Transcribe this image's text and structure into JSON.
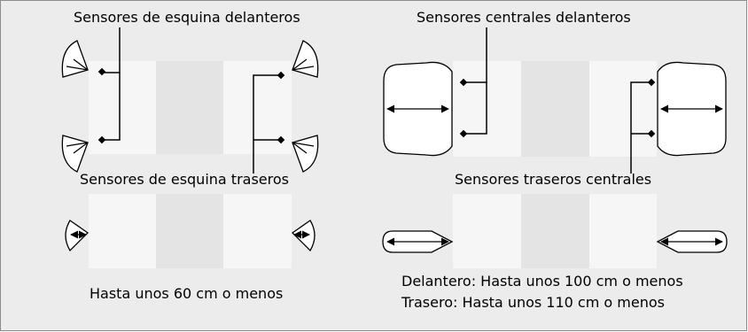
{
  "labels": {
    "front_corner": "Sensores de esquina delanteros",
    "rear_corner": "Sensores de esquina traseros",
    "front_center": "Sensores centrales delanteros",
    "rear_center": "Sensores traseros centrales"
  },
  "notes": {
    "corner_range": "Hasta unos 60 cm o menos",
    "front_range": "Delantero: Hasta unos 100 cm o menos",
    "rear_range": "Trasero: Hasta unos 110 cm o menos"
  },
  "colors": {
    "background": "#ececec",
    "panel_light": "#f6f6f6",
    "panel_mid": "#e4e4e4",
    "lobe_fill": "#ffffff",
    "line": "#000000"
  }
}
